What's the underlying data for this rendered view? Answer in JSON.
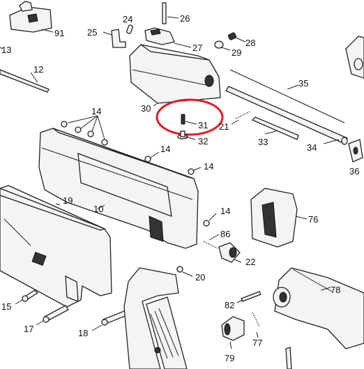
{
  "diagram": {
    "callouts": [
      "91",
      "24",
      "26",
      "25",
      "27",
      "28",
      "29",
      "13",
      "12",
      "35",
      "30",
      "14",
      "31",
      "21",
      "32",
      "33",
      "34",
      "36",
      "14",
      "14",
      "19",
      "10",
      "76",
      "14",
      "86",
      "22",
      "20",
      "15",
      "17",
      "18",
      "82",
      "78",
      "77",
      "79"
    ],
    "highlight_color": "#e01b24",
    "ink_color": "#222222"
  }
}
